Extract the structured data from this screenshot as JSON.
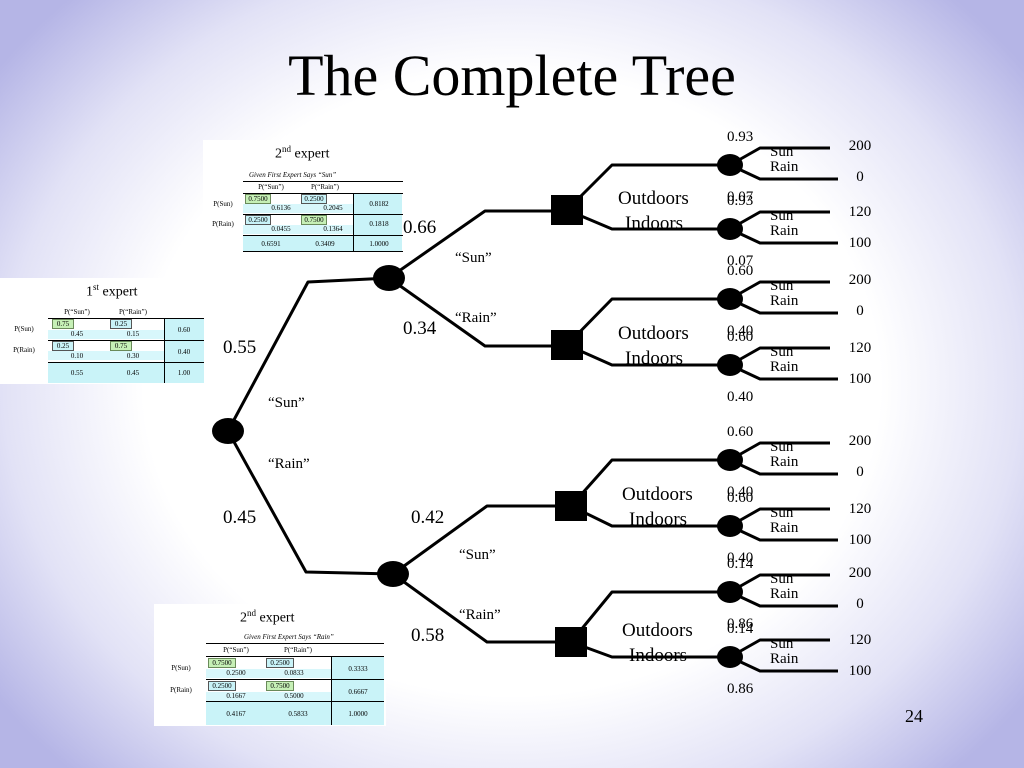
{
  "title": "The Complete Tree",
  "slide_number": "24",
  "tree": {
    "root_branch_probs": [
      "0.55",
      "0.45"
    ],
    "root_branch_labels": [
      "“Sun”",
      "“Rain”"
    ],
    "upper_branch_probs": [
      "0.66",
      "0.34"
    ],
    "upper_branch_labels": [
      "“Sun”",
      "“Rain”"
    ],
    "lower_branch_probs": [
      "0.42",
      "0.58"
    ],
    "lower_branch_labels": [
      "“Sun”",
      "“Rain”"
    ],
    "decision_labels": [
      "Outdoors",
      "Indoors"
    ],
    "outcome_labels": [
      "Sun",
      "Rain"
    ],
    "payoffs": [
      "200",
      "0",
      "120",
      "100"
    ],
    "chance_probs": [
      [
        "0.93",
        "0.07"
      ],
      [
        "0.93",
        "0.07"
      ],
      [
        "0.60",
        "0.40"
      ],
      [
        "0.60",
        "0.40"
      ],
      [
        "0.60",
        "0.40"
      ],
      [
        "0.60",
        "0.40"
      ],
      [
        "0.14",
        "0.86"
      ],
      [
        "0.14",
        "0.86"
      ]
    ]
  },
  "table_first": {
    "title": "1",
    "title_sup": "st",
    "title_rest": " expert",
    "col_headers": [
      "P(“Sun”)",
      "P(“Rain”)"
    ],
    "row_headers": [
      "P(Sun)",
      "P(Rain)"
    ],
    "cells": [
      [
        "0.75",
        "0.45",
        "0.25",
        "0.15",
        "0.60"
      ],
      [
        "0.25",
        "0.10",
        "0.75",
        "0.30",
        "0.40"
      ]
    ],
    "totals": [
      "0.55",
      "0.45",
      "1.00"
    ]
  },
  "table_second_sun": {
    "title": "2",
    "title_sup": "nd",
    "title_rest": " expert",
    "subtitle": "Given First Expert Says “Sun”",
    "col_headers": [
      "P(“Sun”)",
      "P(“Rain”)"
    ],
    "row_headers": [
      "P(Sun)",
      "P(Rain)"
    ],
    "cells": [
      [
        "0.7500",
        "0.6136",
        "0.2500",
        "0.2045",
        "0.8182"
      ],
      [
        "0.2500",
        "0.0455",
        "0.7500",
        "0.1364",
        "0.1818"
      ]
    ],
    "totals": [
      "0.6591",
      "0.3409",
      "1.0000"
    ]
  },
  "table_second_rain": {
    "title": "2",
    "title_sup": "nd",
    "title_rest": " expert",
    "subtitle": "Given First Expert Says “Rain”",
    "col_headers": [
      "P(“Sun”)",
      "P(“Rain”)"
    ],
    "row_headers": [
      "P(Sun)",
      "P(Rain)"
    ],
    "cells": [
      [
        "0.7500",
        "0.2500",
        "0.2500",
        "0.0833",
        "0.3333"
      ],
      [
        "0.2500",
        "0.1667",
        "0.7500",
        "0.5000",
        "0.6667"
      ]
    ],
    "totals": [
      "0.4167",
      "0.5833",
      "1.0000"
    ]
  }
}
